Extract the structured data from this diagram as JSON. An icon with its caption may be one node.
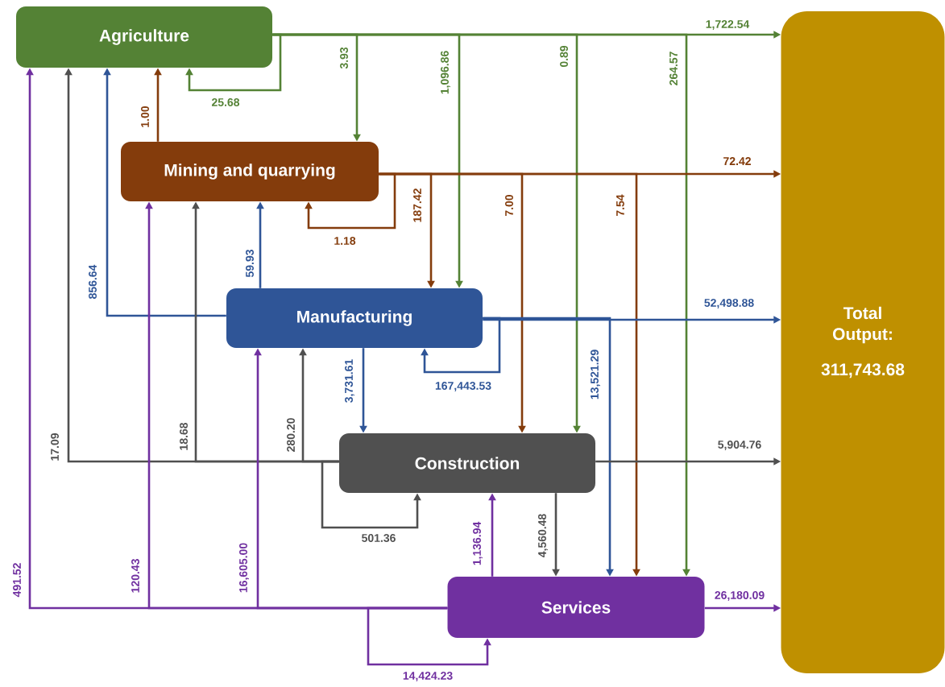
{
  "diagram": {
    "nodes": [
      {
        "text": [
          "Agriculture"
        ]
      },
      {
        "text": [
          "Mining and quarrying"
        ]
      },
      {
        "text": [
          "Manufacturing"
        ]
      },
      {
        "text": [
          "Construction"
        ]
      },
      {
        "text": [
          "Services"
        ]
      },
      {
        "text": [
          "Total Output:",
          "311,743.68"
        ]
      }
    ],
    "edges": [
      {
        "from": 0,
        "to": 0,
        "arrow": "to",
        "label": "25.68",
        "color": "#548235"
      },
      {
        "from": 0,
        "to": 1,
        "arrow": "to",
        "label": "3.93",
        "color": "#548235"
      },
      {
        "from": 0,
        "to": 2,
        "arrow": "to",
        "label": "1,096.86",
        "color": "#548235"
      },
      {
        "from": 0,
        "to": 3,
        "arrow": "to",
        "label": "0.89",
        "color": "#548235"
      },
      {
        "from": 0,
        "to": 4,
        "arrow": "to",
        "label": "264.57",
        "color": "#548235"
      },
      {
        "from": 0,
        "to": 5,
        "arrow": "to",
        "label": "1,722.54",
        "color": "#548235"
      },
      {
        "from": 1,
        "to": 0,
        "arrow": "to",
        "label": "1.00",
        "color": "#843c0c"
      },
      {
        "from": 1,
        "to": 1,
        "arrow": "to",
        "label": "1.18",
        "color": "#843c0c"
      },
      {
        "from": 1,
        "to": 2,
        "arrow": "to",
        "label": "187.42",
        "color": "#843c0c"
      },
      {
        "from": 1,
        "to": 3,
        "arrow": "to",
        "label": "7.00",
        "color": "#843c0c"
      },
      {
        "from": 1,
        "to": 4,
        "arrow": "to",
        "label": "7.54",
        "color": "#843c0c"
      },
      {
        "from": 1,
        "to": 5,
        "arrow": "to",
        "label": "72.42",
        "color": "#843c0c"
      },
      {
        "from": 2,
        "to": 0,
        "arrow": "to",
        "label": "856.64",
        "color": "#2f5597"
      },
      {
        "from": 2,
        "to": 1,
        "arrow": "to",
        "label": "59.93",
        "color": "#2f5597"
      },
      {
        "from": 2,
        "to": 2,
        "arrow": "to",
        "label": "167,443.53",
        "color": "#2f5597"
      },
      {
        "from": 2,
        "to": 3,
        "arrow": "to",
        "label": "3,731.61",
        "color": "#2f5597"
      },
      {
        "from": 2,
        "to": 4,
        "arrow": "to",
        "label": "13,521.29",
        "color": "#2f5597"
      },
      {
        "from": 2,
        "to": 5,
        "arrow": "to",
        "label": "52,498.88",
        "color": "#2f5597"
      },
      {
        "from": 3,
        "to": 0,
        "arrow": "to",
        "label": "17.09",
        "color": "#505050"
      },
      {
        "from": 3,
        "to": 1,
        "arrow": "to",
        "label": "18.68",
        "color": "#505050"
      },
      {
        "from": 3,
        "to": 2,
        "arrow": "to",
        "label": "280.20",
        "color": "#505050"
      },
      {
        "from": 3,
        "to": 3,
        "arrow": "to",
        "label": "501.36",
        "color": "#505050"
      },
      {
        "from": 3,
        "to": 4,
        "arrow": "to",
        "label": "4,560.48",
        "color": "#505050"
      },
      {
        "from": 3,
        "to": 5,
        "arrow": "to",
        "label": "5,904.76",
        "color": "#505050"
      },
      {
        "from": 4,
        "to": 0,
        "arrow": "to",
        "label": "491.52",
        "color": "#7030a0"
      },
      {
        "from": 4,
        "to": 1,
        "arrow": "to",
        "label": "120.43",
        "color": "#7030a0"
      },
      {
        "from": 4,
        "to": 2,
        "arrow": "to",
        "label": "16,605.00",
        "color": "#7030a0"
      },
      {
        "from": 4,
        "to": 3,
        "arrow": "to",
        "label": "1,136.94",
        "color": "#7030a0"
      },
      {
        "from": 4,
        "to": 4,
        "arrow": "to",
        "label": "14,424.23",
        "color": "#7030a0"
      },
      {
        "from": 4,
        "to": 5,
        "arrow": "to",
        "label": "26,180.09",
        "color": "#7030a0"
      }
    ]
  }
}
